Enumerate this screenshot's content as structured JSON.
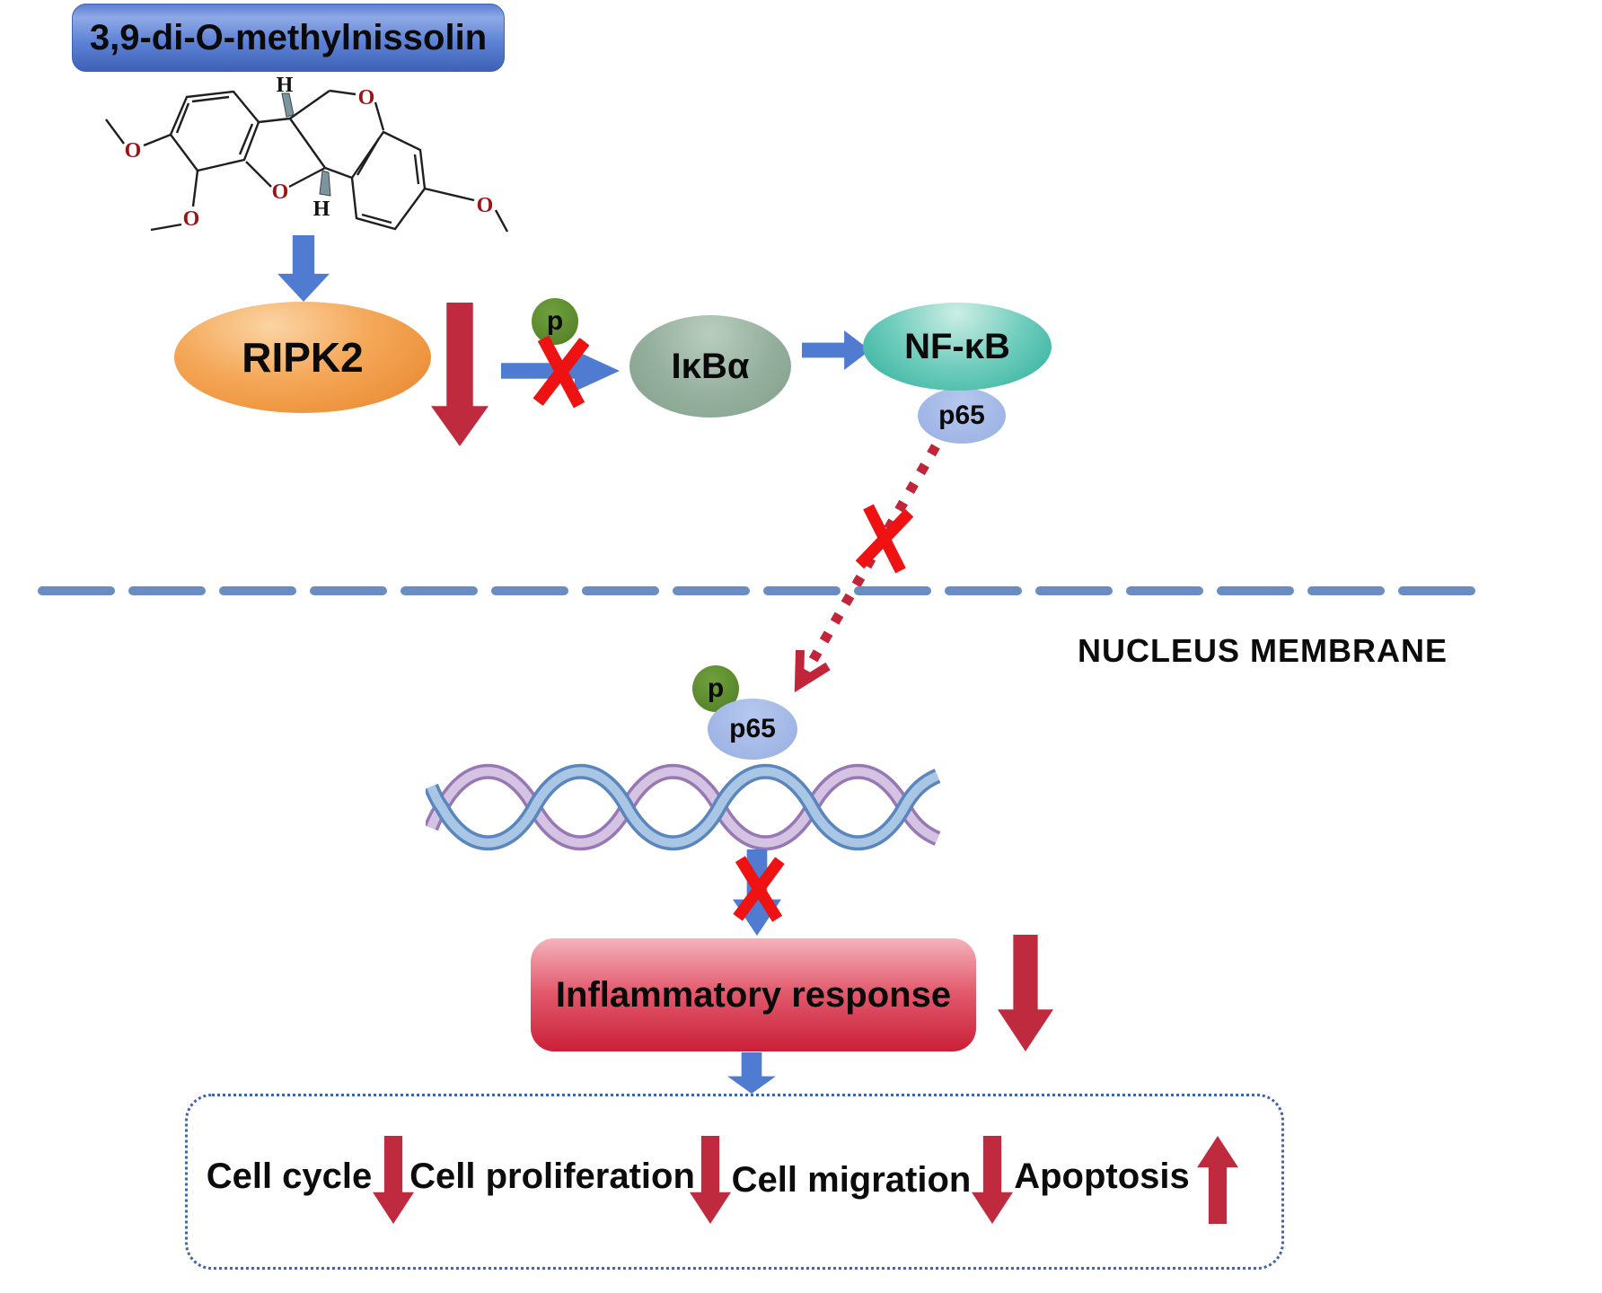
{
  "compound": {
    "label": "3,9-di-O-methylnissolin"
  },
  "structure": {
    "oxygen": "O",
    "hydrogen": "H"
  },
  "nodes": {
    "ripk2": "RIPK2",
    "ikba": "IκBα",
    "nfkb": "NF-κB",
    "p65_cytoplasm": "p65",
    "p65_nucleus": "p65",
    "phospho_cytoplasm": "p",
    "phospho_nucleus": "p"
  },
  "membrane": {
    "label": "NUCLEUS MEMBRANE"
  },
  "inflammatory": {
    "label": "Inflammatory response"
  },
  "outcomes": [
    {
      "label": "Cell cycle",
      "direction": "down"
    },
    {
      "label": "Cell proliferation",
      "direction": "down"
    },
    {
      "label": "Cell migration",
      "direction": "down"
    },
    {
      "label": "Apoptosis",
      "direction": "up"
    }
  ],
  "colors": {
    "title_box_blue": "#4d70c4",
    "arrow_blue": "#4f7bd0",
    "arrow_crimson": "#c02a3e",
    "cross_red": "#ee1212",
    "ripk2_orange": "#e8842a",
    "ikba_green": "#85a18d",
    "nfkb_teal": "#2fae9b",
    "p65_periwinkle": "#9bb1e3",
    "phospho_green": "#557f28",
    "membrane_dash_blue": "#6b8bc3",
    "dna_blue": "#5b85bd",
    "dna_purple": "#9878b4",
    "outcomes_border_blue": "#3f63ae",
    "inflammatory_red": "#c92038"
  }
}
